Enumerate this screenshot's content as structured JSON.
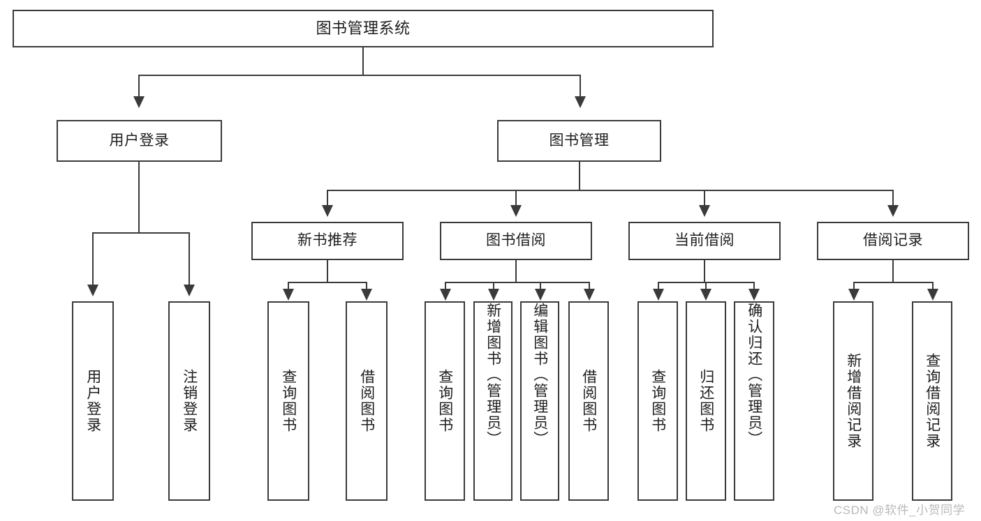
{
  "diagram": {
    "title": "图书管理系统",
    "type": "tree-functional-structure",
    "root": {
      "label": "图书管理系统"
    },
    "level2": [
      {
        "label": "用户登录"
      },
      {
        "label": "图书管理"
      }
    ],
    "level3": [
      {
        "label": "新书推荐"
      },
      {
        "label": "图书借阅"
      },
      {
        "label": "当前借阅"
      },
      {
        "label": "借阅记录"
      }
    ],
    "leaves": {
      "user_login": [
        {
          "label": "用户登录"
        },
        {
          "label": "注销登录"
        }
      ],
      "new_book_recommend": [
        {
          "label": "查询图书"
        },
        {
          "label": "借阅图书"
        }
      ],
      "book_borrow": [
        {
          "label": "查询图书"
        },
        {
          "label": "新增图书（管理员）"
        },
        {
          "label": "编辑图书（管理员）"
        },
        {
          "label": "借阅图书"
        }
      ],
      "current_borrow": [
        {
          "label": "查询图书"
        },
        {
          "label": "归还图书"
        },
        {
          "label": "确认归还（管理员）"
        }
      ],
      "borrow_record": [
        {
          "label": "新增借阅记录"
        },
        {
          "label": "查询借阅记录"
        }
      ]
    }
  },
  "watermark": {
    "text": "CSDN @软件_小贺同学"
  },
  "colors": {
    "stroke": "#3a3a3a",
    "fill": "#ffffff",
    "text": "#1d1d1d",
    "watermark": "#b9b9b9"
  }
}
